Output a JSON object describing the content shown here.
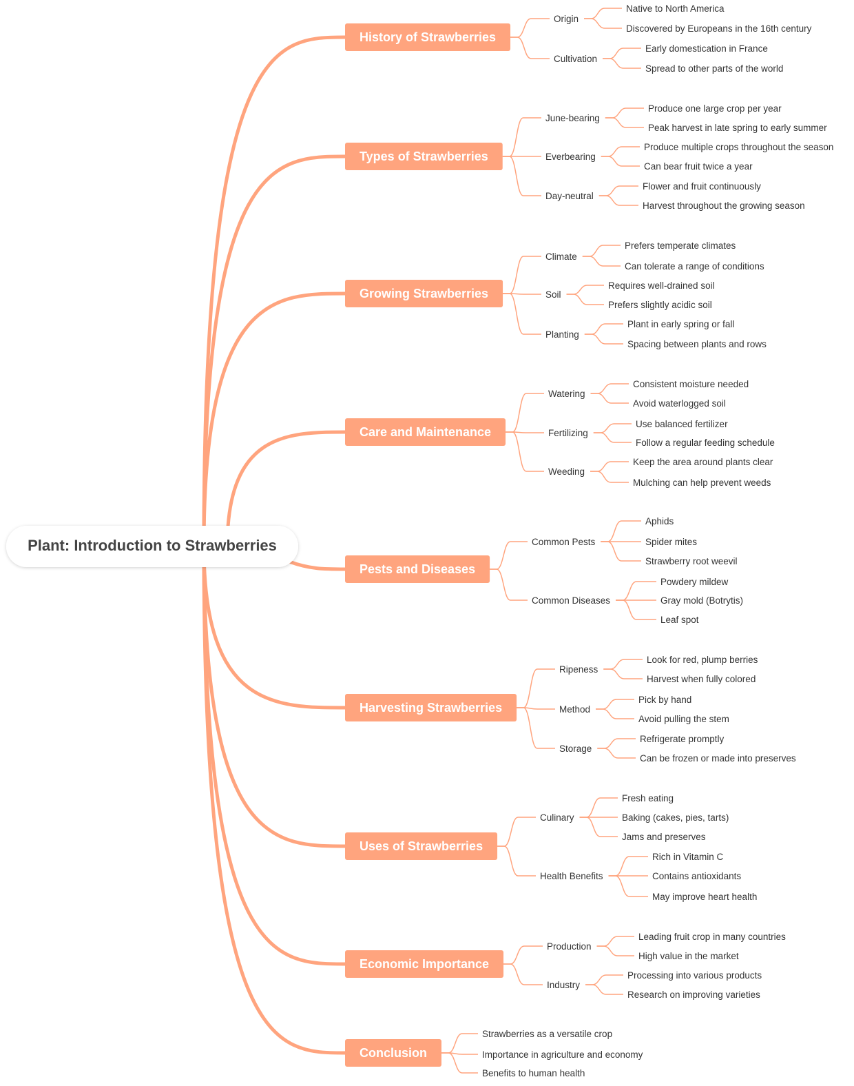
{
  "colors": {
    "accent": "#FFA47E",
    "text": "#333333",
    "root_text": "#444444"
  },
  "root": "Plant: Introduction to Strawberries",
  "branches": [
    {
      "label": "History of Strawberries",
      "subs": [
        {
          "label": "Origin",
          "leaves": [
            "Native to North America",
            "Discovered by Europeans in the 16th century"
          ]
        },
        {
          "label": "Cultivation",
          "leaves": [
            "Early domestication in France",
            "Spread to other parts of the world"
          ]
        }
      ]
    },
    {
      "label": "Types of Strawberries",
      "subs": [
        {
          "label": "June-bearing",
          "leaves": [
            "Produce one large crop per year",
            "Peak harvest in late spring to early summer"
          ]
        },
        {
          "label": "Everbearing",
          "leaves": [
            "Produce multiple crops throughout the season",
            "Can bear fruit twice a year"
          ]
        },
        {
          "label": "Day-neutral",
          "leaves": [
            "Flower and fruit continuously",
            "Harvest throughout the growing season"
          ]
        }
      ]
    },
    {
      "label": "Growing Strawberries",
      "subs": [
        {
          "label": "Climate",
          "leaves": [
            "Prefers temperate climates",
            "Can tolerate a range of conditions"
          ]
        },
        {
          "label": "Soil",
          "leaves": [
            "Requires well-drained soil",
            "Prefers slightly acidic soil"
          ]
        },
        {
          "label": "Planting",
          "leaves": [
            "Plant in early spring or fall",
            "Spacing between plants and rows"
          ]
        }
      ]
    },
    {
      "label": "Care and Maintenance",
      "subs": [
        {
          "label": "Watering",
          "leaves": [
            "Consistent moisture needed",
            "Avoid waterlogged soil"
          ]
        },
        {
          "label": "Fertilizing",
          "leaves": [
            "Use balanced fertilizer",
            "Follow a regular feeding schedule"
          ]
        },
        {
          "label": "Weeding",
          "leaves": [
            "Keep the area around plants clear",
            "Mulching can help prevent weeds"
          ]
        }
      ]
    },
    {
      "label": "Pests and Diseases",
      "subs": [
        {
          "label": "Common Pests",
          "leaves": [
            "Aphids",
            "Spider mites",
            "Strawberry root weevil"
          ]
        },
        {
          "label": "Common Diseases",
          "leaves": [
            "Powdery mildew",
            "Gray mold (Botrytis)",
            "Leaf spot"
          ]
        }
      ]
    },
    {
      "label": "Harvesting Strawberries",
      "subs": [
        {
          "label": "Ripeness",
          "leaves": [
            "Look for red, plump berries",
            "Harvest when fully colored"
          ]
        },
        {
          "label": "Method",
          "leaves": [
            "Pick by hand",
            "Avoid pulling the stem"
          ]
        },
        {
          "label": "Storage",
          "leaves": [
            "Refrigerate promptly",
            "Can be frozen or made into preserves"
          ]
        }
      ]
    },
    {
      "label": "Uses of Strawberries",
      "subs": [
        {
          "label": "Culinary",
          "leaves": [
            "Fresh eating",
            "Baking (cakes, pies, tarts)",
            "Jams and preserves"
          ]
        },
        {
          "label": "Health Benefits",
          "leaves": [
            "Rich in Vitamin C",
            "Contains antioxidants",
            "May improve heart health"
          ]
        }
      ]
    },
    {
      "label": "Economic Importance",
      "subs": [
        {
          "label": "Production",
          "leaves": [
            "Leading fruit crop in many countries",
            "High value in the market"
          ]
        },
        {
          "label": "Industry",
          "leaves": [
            "Processing into various products",
            "Research on improving varieties"
          ]
        }
      ]
    },
    {
      "label": "Conclusion",
      "leaves": [
        "Strawberries as a versatile crop",
        "Importance in agriculture and economy",
        "Benefits to human health"
      ]
    }
  ]
}
